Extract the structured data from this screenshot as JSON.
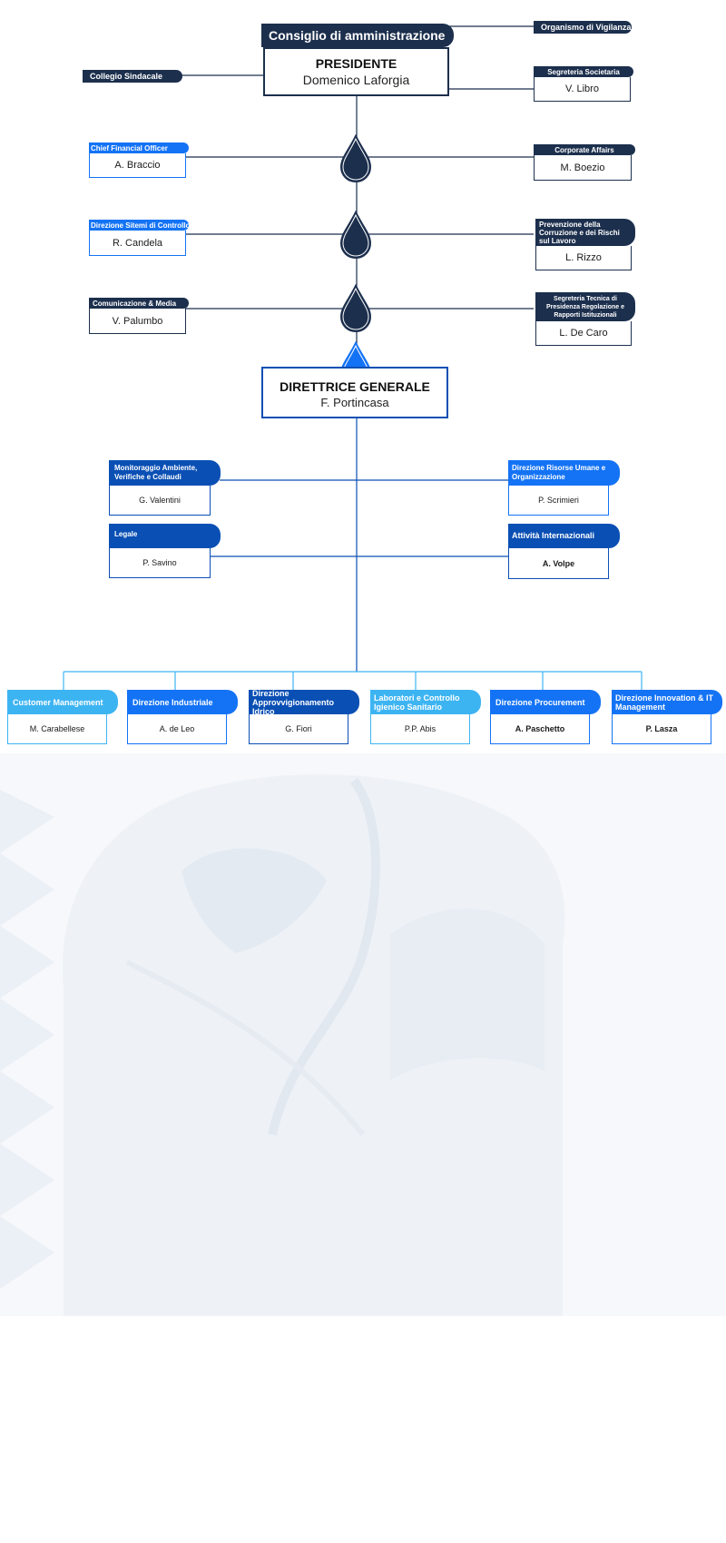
{
  "board": {
    "tag": "Consiglio di amministrazione",
    "role": "PRESIDENTE",
    "name": "Domenico Laforgia"
  },
  "top_left": {
    "collegio": "Collegio Sindacale"
  },
  "top_right": {
    "organismo": "Organismo di Vigilanza",
    "segreteria": {
      "tag": "Segreteria Societaria",
      "name": "V. Libro"
    }
  },
  "staff_left": [
    {
      "tag": "Chief Financial Officer",
      "name": "A. Braccio"
    },
    {
      "tag": "Direzione Sitemi di Controllo",
      "name": "R. Candela"
    },
    {
      "tag": "Comunicazione & Media",
      "name": "V. Palumbo"
    }
  ],
  "staff_right": [
    {
      "tag": "Corporate Affairs",
      "name": "M. Boezio"
    },
    {
      "tag": "Prevenzione della Corruzione e dei Rischi sul Lavoro",
      "name": "L. Rizzo"
    },
    {
      "tag": "Segreteria Tecnica di Presidenza Regolazione e Rapporti Istituzionali",
      "name": "L. De Caro"
    }
  ],
  "dg": {
    "role": "DIRETTRICE GENERALE",
    "name": "F. Portincasa"
  },
  "dg_left": [
    {
      "tag": "Monitoraggio Ambiente, Verifiche e Collaudi",
      "name": "G. Valentini"
    },
    {
      "tag": "Legale",
      "name": "P. Savino"
    }
  ],
  "dg_right": [
    {
      "tag": "Direzione Risorse Umane e Organizzazione",
      "name": "P. Scrimieri"
    },
    {
      "tag": "Attività Internazionali",
      "name": "A. Volpe"
    }
  ],
  "directions": [
    {
      "tag": "Customer Management",
      "name": "M. Carabellese"
    },
    {
      "tag": "Direzione Industriale",
      "name": "A. de Leo"
    },
    {
      "tag": "Direzione Approvvigionamento Idrico",
      "name": "G. Fiori"
    },
    {
      "tag": "Laboratori e Controllo Igienico Sanitario",
      "name": "P.P. Abis"
    },
    {
      "tag": "Direzione Procurement",
      "name": "A. Paschetto"
    },
    {
      "tag": "Direzione Innovation & IT Management",
      "name": "P. Lasza"
    }
  ],
  "colors": {
    "navy": "#1c2f4d",
    "blue": "#1473f5",
    "dark_blue": "#0a4fb4",
    "light_blue": "#3db4f2"
  }
}
